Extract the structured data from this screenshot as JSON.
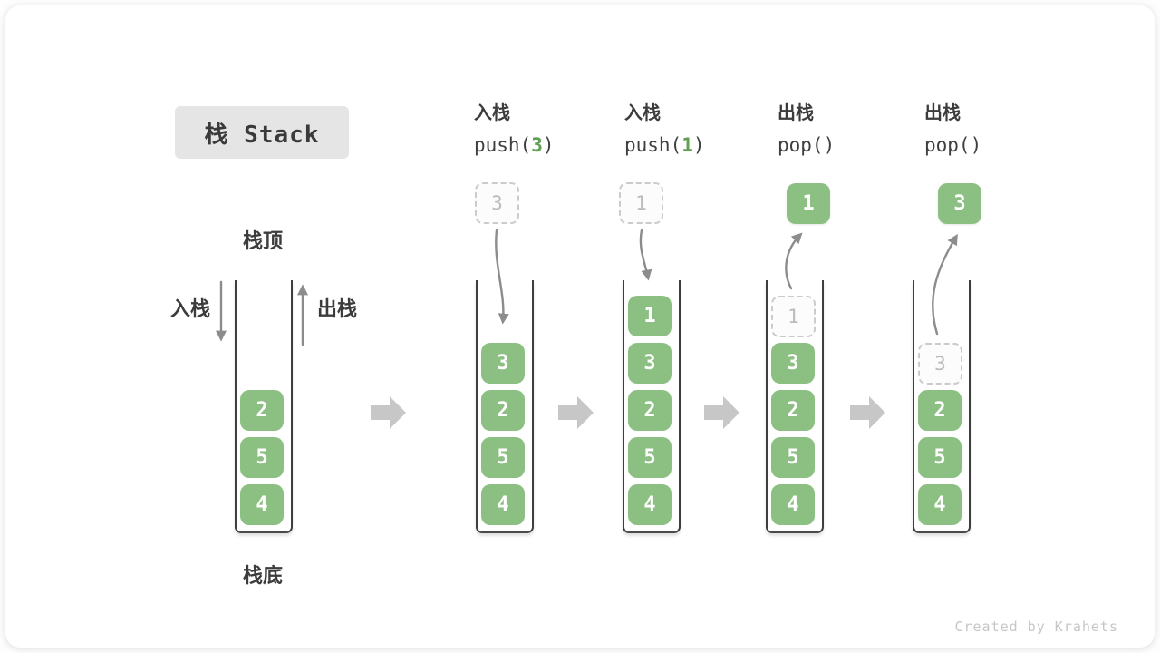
{
  "title": {
    "text": "栈 Stack"
  },
  "labels": {
    "stack_top": "栈顶",
    "stack_bottom": "栈底",
    "push": "入栈",
    "pop": "出栈"
  },
  "operations": [
    {
      "label": "入栈",
      "fn": "push(",
      "arg": "3",
      "close": ")"
    },
    {
      "label": "入栈",
      "fn": "push(",
      "arg": "1",
      "close": ")"
    },
    {
      "label": "出栈",
      "fn": "pop(",
      "arg": "",
      "close": ")"
    },
    {
      "label": "出栈",
      "fn": "pop(",
      "arg": "",
      "close": ")"
    }
  ],
  "stacks": [
    {
      "values": [
        "2",
        "5",
        "4"
      ]
    },
    {
      "values": [
        "3",
        "2",
        "5",
        "4"
      ]
    },
    {
      "values": [
        "1",
        "3",
        "2",
        "5",
        "4"
      ]
    },
    {
      "ghost": "1",
      "values": [
        "3",
        "2",
        "5",
        "4"
      ]
    },
    {
      "ghost": "3",
      "values": [
        "2",
        "5",
        "4"
      ]
    }
  ],
  "floating": {
    "incoming": [
      "3",
      "1"
    ],
    "popped": [
      "1",
      "3"
    ]
  },
  "watermark": "Created by Krahets",
  "colors": {
    "element_green": "#8CC083",
    "code_arg_green": "#5FA052",
    "text_dark": "#3C3C3C",
    "curve_arrow_gray": "#8C8C8C",
    "block_arrow_gray": "#C7C7C7",
    "ghost_border_gray": "#CBCBCB",
    "title_bg": "#E5E5E5"
  }
}
